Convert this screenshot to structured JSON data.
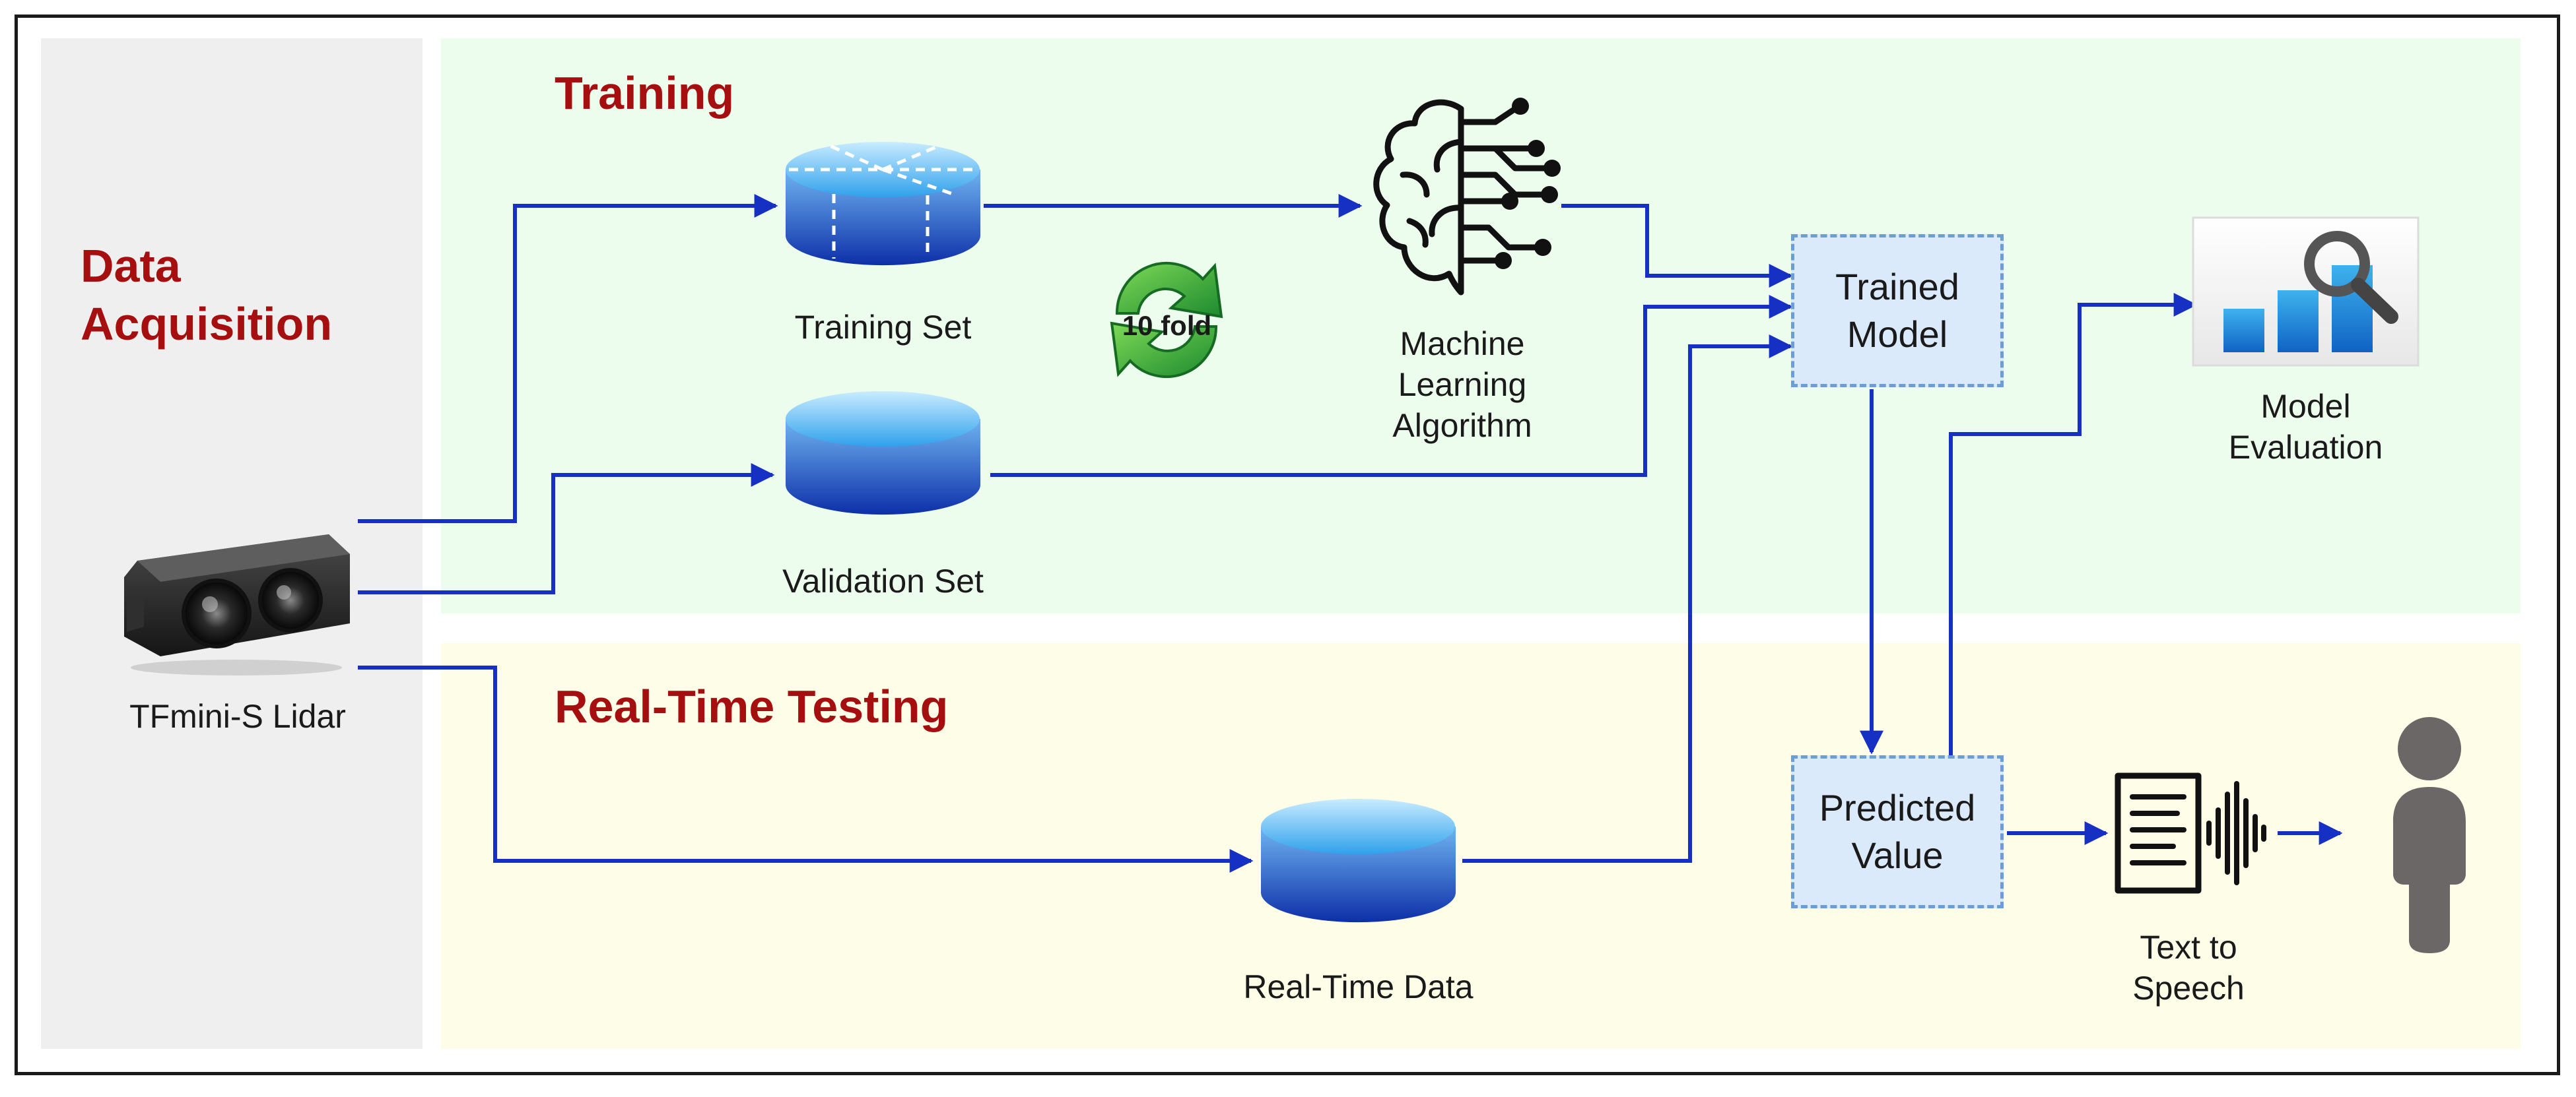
{
  "sections": {
    "data_acquisition": "Data\nAcquisition",
    "training": "Training",
    "real_time_testing": "Real-Time Testing"
  },
  "labels": {
    "lidar": "TFmini-S Lidar",
    "training_set": "Training Set",
    "validation_set": "Validation Set",
    "ml_algorithm": "Machine\nLearning\nAlgorithm",
    "model_evaluation": "Model\nEvaluation",
    "real_time_data": "Real-Time Data",
    "text_to_speech": "Text to\nSpeech",
    "ten_fold": "10 fold"
  },
  "boxes": {
    "trained_model": "Trained\nModel",
    "predicted_value": "Predicted\nValue"
  },
  "colors": {
    "title_red": "#a50f0f",
    "arrow_blue": "#1730c4",
    "cylinder_blue": "#1646b8",
    "box_fill": "#dbeafb",
    "recycle_green": "#3aa83a"
  },
  "icons": [
    "lidar-sensor-icon",
    "database-icon",
    "brain-circuit-icon",
    "recycle-arrows-icon",
    "bar-chart-magnifier-icon",
    "sound-wave-document-icon",
    "person-icon"
  ]
}
